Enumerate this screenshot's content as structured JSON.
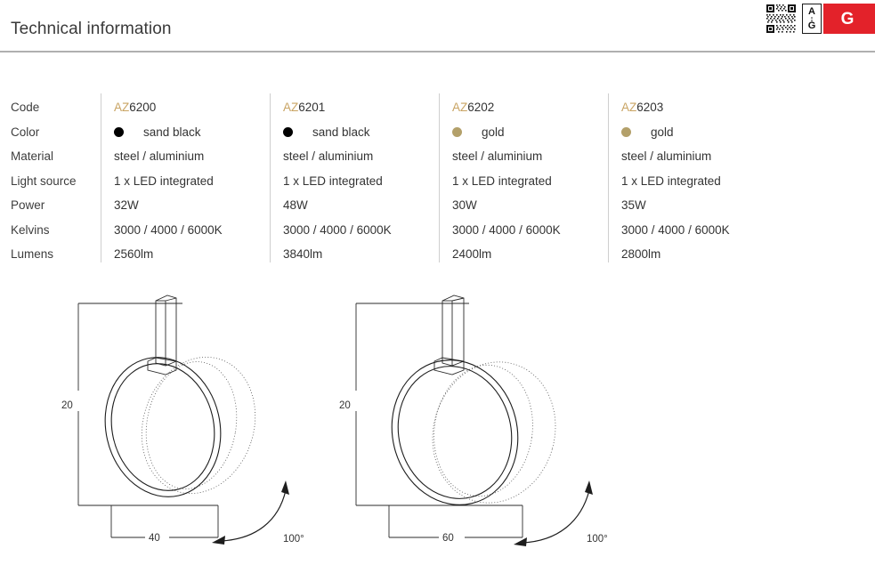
{
  "header": {
    "title": "Technical information"
  },
  "energy_label": {
    "name": "eu-energy-label",
    "scale_top": "A",
    "scale_bottom": "G",
    "grade": "G",
    "arrow_color": "#e3222a",
    "qr_alt": "qr-code"
  },
  "table": {
    "row_labels": [
      "Code",
      "Color",
      "Material",
      "Light source",
      "Power",
      "Kelvins",
      "Lumens"
    ],
    "columns": [
      {
        "code_prefix": "AZ",
        "code_number": "6200",
        "color_name": "sand black",
        "color_hex": "#000000",
        "material": "steel / aluminium",
        "light_source": "1 x LED integrated",
        "power": "32W",
        "kelvins": "3000 / 4000 / 6000K",
        "lumens": "2560lm"
      },
      {
        "code_prefix": "AZ",
        "code_number": "6201",
        "color_name": "sand black",
        "color_hex": "#000000",
        "material": "steel / aluminium",
        "light_source": "1 x LED integrated",
        "power": "48W",
        "kelvins": "3000 / 4000 / 6000K",
        "lumens": "3840lm"
      },
      {
        "code_prefix": "AZ",
        "code_number": "6202",
        "color_name": "gold",
        "color_hex": "#b3a06a",
        "material": "steel / aluminium",
        "light_source": "1 x LED integrated",
        "power": "30W",
        "kelvins": "3000 / 4000 / 6000K",
        "lumens": "2400lm"
      },
      {
        "code_prefix": "AZ",
        "code_number": "6203",
        "color_name": "gold",
        "color_hex": "#b3a06a",
        "material": "steel / aluminium",
        "light_source": "1 x LED integrated",
        "power": "35W",
        "kelvins": "3000 / 4000 / 6000K",
        "lumens": "2800lm"
      }
    ]
  },
  "drawings": [
    {
      "name": "dimension-drawing-small",
      "height_label": "20",
      "width_label": "40",
      "angle_label": "100°"
    },
    {
      "name": "dimension-drawing-large",
      "height_label": "20",
      "width_label": "60",
      "angle_label": "100°"
    }
  ]
}
